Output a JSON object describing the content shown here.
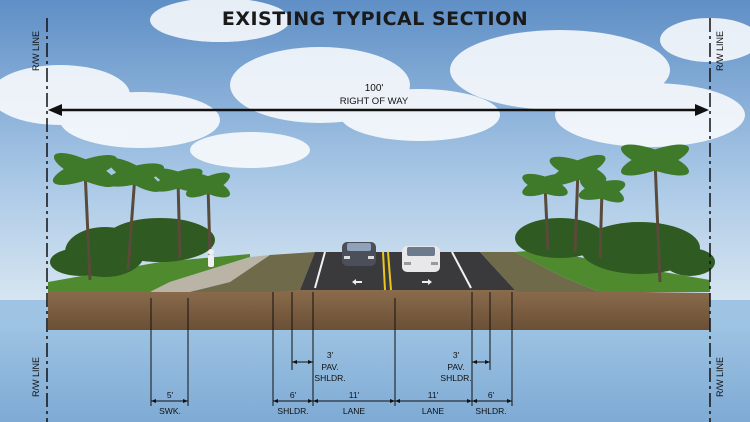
{
  "title": "EXISTING TYPICAL SECTION",
  "rw_label": "R/W LINE",
  "row": {
    "width": "100'",
    "label": "RIGHT OF WAY"
  },
  "dimensions": {
    "sidewalk": {
      "width": "5'",
      "label": "SWK."
    },
    "left_shoulder": {
      "width": "6'",
      "label": "SHLDR."
    },
    "left_paved_shoulder": {
      "width": "3'",
      "line1": "PAV.",
      "line2": "SHLDR."
    },
    "left_lane": {
      "width": "11'",
      "label": "LANE"
    },
    "right_lane": {
      "width": "11'",
      "label": "LANE"
    },
    "right_paved_shoulder": {
      "width": "3'",
      "line1": "PAV.",
      "line2": "SHLDR."
    },
    "right_shoulder": {
      "width": "6'",
      "label": "SHLDR."
    }
  },
  "colors": {
    "sky_top": "#5f8fc6",
    "sky_bottom": "#cfe0ef",
    "grass": "#4f8a2e",
    "shoulder": "#6f6a4a",
    "asphalt": "#3a3a3c",
    "lane_stripe_yellow": "#e8c61c",
    "soil": "#7a5d40",
    "below_ground": "#8ab4d8"
  }
}
